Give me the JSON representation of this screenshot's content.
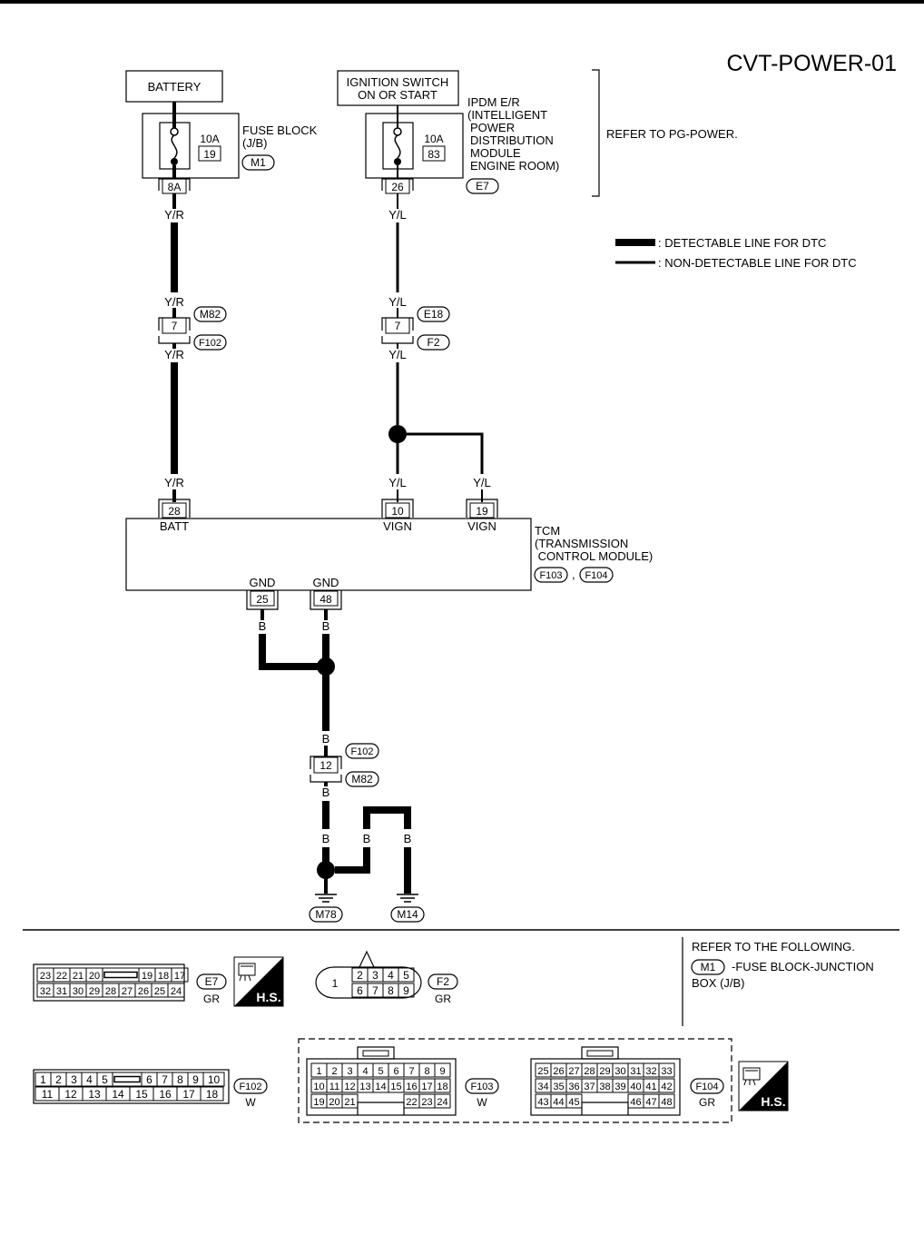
{
  "title": "CVT-POWER-01",
  "battery": "BATTERY",
  "ignition": {
    "line1": "IGNITION SWITCH",
    "line2": "ON OR START"
  },
  "fuse_block": {
    "rating": "10A",
    "number": "19",
    "terminal": "8A",
    "connector": "M1",
    "label": [
      "FUSE BLOCK",
      "(J/B)"
    ]
  },
  "ipdm": {
    "rating": "10A",
    "number": "83",
    "terminal": "26",
    "connector": "E7",
    "label": [
      "IPDM E/R",
      "(INTELLIGENT",
      "POWER",
      "DISTRIBUTION",
      "MODULE",
      "ENGINE ROOM)"
    ]
  },
  "refer_pg": "REFER TO PG-POWER.",
  "legend": {
    "detectable": ": DETECTABLE LINE FOR DTC",
    "non_detectable": ": NON-DETECTABLE LINE FOR DTC"
  },
  "wires": {
    "yr": "Y/R",
    "yl": "Y/L",
    "b": "B"
  },
  "joints": {
    "left": {
      "terminal": "7",
      "connector_top": "M82",
      "connector_bottom": "F102"
    },
    "right": {
      "terminal": "7",
      "connector_top": "E18",
      "connector_bottom": "F2"
    },
    "ground": {
      "terminal": "12",
      "connector_top": "F102",
      "connector_bottom": "M82"
    }
  },
  "tcm": {
    "title": [
      "TCM",
      "(TRANSMISSION",
      " CONTROL MODULE)"
    ],
    "connectors": [
      "F103",
      "F104"
    ],
    "separator": ",",
    "pins": [
      {
        "terminal": "28",
        "label": "BATT"
      },
      {
        "terminal": "10",
        "label": "VIGN"
      },
      {
        "terminal": "19",
        "label": "VIGN"
      },
      {
        "terminal": "25",
        "label": "GND"
      },
      {
        "terminal": "48",
        "label": "GND"
      }
    ]
  },
  "grounds": [
    "M78",
    "M14"
  ],
  "refer_following": {
    "line1": "REFER TO THE FOLLOWING.",
    "connector": "M1",
    "text1": "-FUSE BLOCK-JUNCTION",
    "text2": "BOX (J/B)"
  },
  "hs_label": "H.S.",
  "connector_views": {
    "e7": {
      "name": "E7",
      "color": "GR",
      "row1": [
        "23",
        "22",
        "21",
        "20",
        "",
        "19",
        "18",
        "17"
      ],
      "row2": [
        "32",
        "31",
        "30",
        "29",
        "28",
        "27",
        "26",
        "25",
        "24"
      ]
    },
    "f2": {
      "name": "F2",
      "color": "GR",
      "big": "1",
      "row1": [
        "2",
        "3",
        "4",
        "5"
      ],
      "row2": [
        "6",
        "7",
        "8",
        "9"
      ]
    },
    "f102": {
      "name": "F102",
      "color": "W",
      "row1": [
        "1",
        "2",
        "3",
        "4",
        "5",
        "",
        "6",
        "7",
        "8",
        "9",
        "10"
      ],
      "row2": [
        "11",
        "12",
        "13",
        "14",
        "15",
        "16",
        "17",
        "18"
      ]
    },
    "f103": {
      "name": "F103",
      "color": "W",
      "row1": [
        "1",
        "2",
        "3",
        "4",
        "5",
        "6",
        "7",
        "8",
        "9"
      ],
      "row2": [
        "10",
        "11",
        "12",
        "13",
        "14",
        "15",
        "16",
        "17",
        "18"
      ],
      "row3a": [
        "19",
        "20",
        "21"
      ],
      "row3b": [
        "22",
        "23",
        "24"
      ]
    },
    "f104": {
      "name": "F104",
      "color": "GR",
      "row1": [
        "25",
        "26",
        "27",
        "28",
        "29",
        "30",
        "31",
        "32",
        "33"
      ],
      "row2": [
        "34",
        "35",
        "36",
        "37",
        "38",
        "39",
        "40",
        "41",
        "42"
      ],
      "row3a": [
        "43",
        "44",
        "45"
      ],
      "row3b": [
        "46",
        "47",
        "48"
      ]
    }
  }
}
